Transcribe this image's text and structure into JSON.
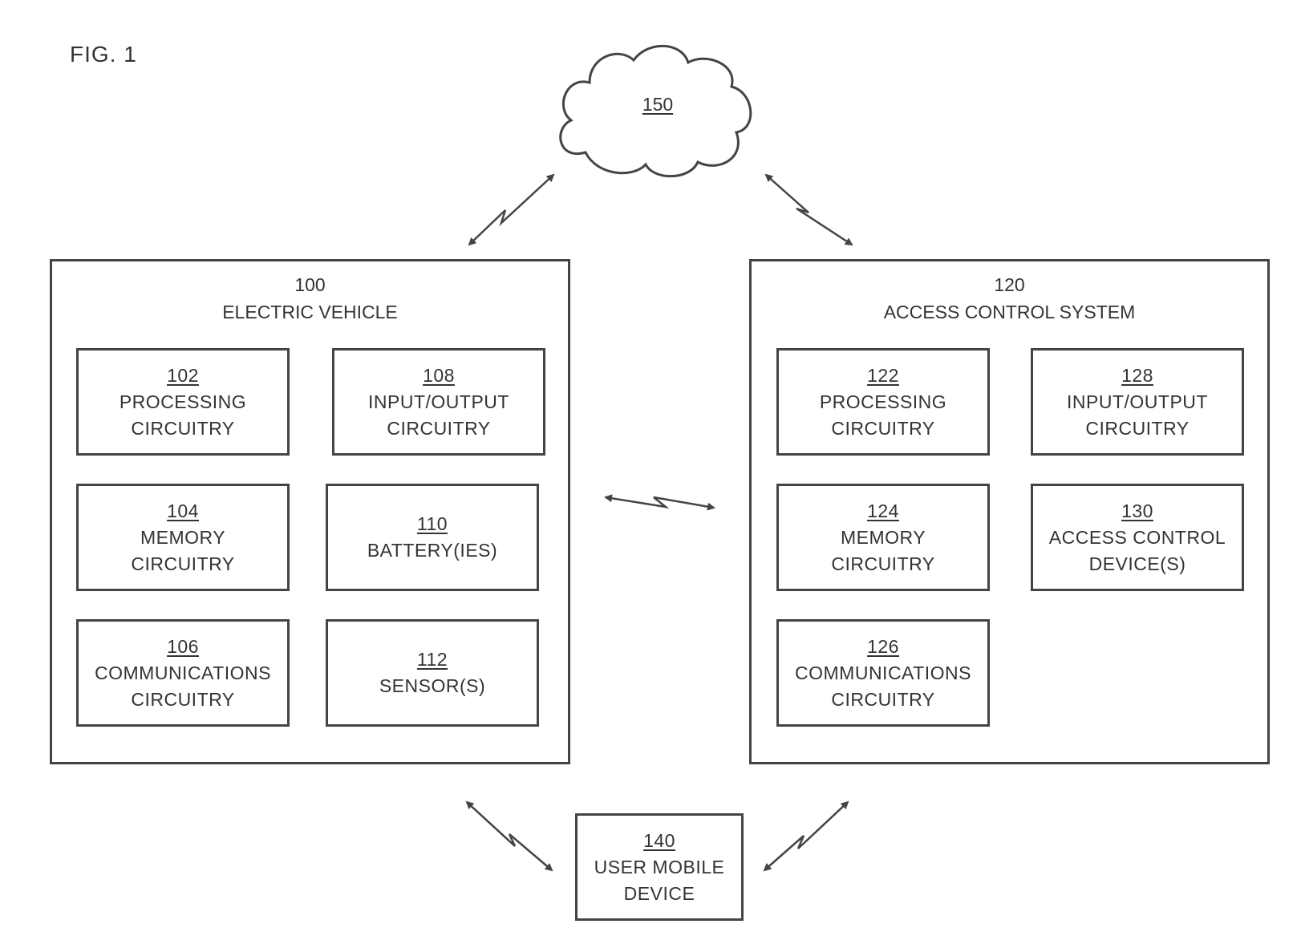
{
  "figure_label": "FIG. 1",
  "network": {
    "number": "150"
  },
  "electric_vehicle": {
    "number": "100",
    "title": "ELECTRIC VEHICLE",
    "components": {
      "processing": {
        "number": "102",
        "line1": "PROCESSING",
        "line2": "CIRCUITRY"
      },
      "io": {
        "number": "108",
        "line1": "INPUT/OUTPUT",
        "line2": "CIRCUITRY"
      },
      "memory": {
        "number": "104",
        "line1": "MEMORY",
        "line2": "CIRCUITRY"
      },
      "battery": {
        "number": "110",
        "line1": "BATTERY(IES)"
      },
      "communications": {
        "number": "106",
        "line1": "COMMUNICATIONS",
        "line2": "CIRCUITRY"
      },
      "sensor": {
        "number": "112",
        "line1": "SENSOR(S)"
      }
    }
  },
  "access_control_system": {
    "number": "120",
    "title": "ACCESS CONTROL SYSTEM",
    "components": {
      "processing": {
        "number": "122",
        "line1": "PROCESSING",
        "line2": "CIRCUITRY"
      },
      "io": {
        "number": "128",
        "line1": "INPUT/OUTPUT",
        "line2": "CIRCUITRY"
      },
      "memory": {
        "number": "124",
        "line1": "MEMORY",
        "line2": "CIRCUITRY"
      },
      "access_device": {
        "number": "130",
        "line1": "ACCESS CONTROL",
        "line2": "DEVICE(S)"
      },
      "communications": {
        "number": "126",
        "line1": "COMMUNICATIONS",
        "line2": "CIRCUITRY"
      }
    }
  },
  "user_mobile_device": {
    "number": "140",
    "line1": "USER MOBILE",
    "line2": "DEVICE"
  }
}
